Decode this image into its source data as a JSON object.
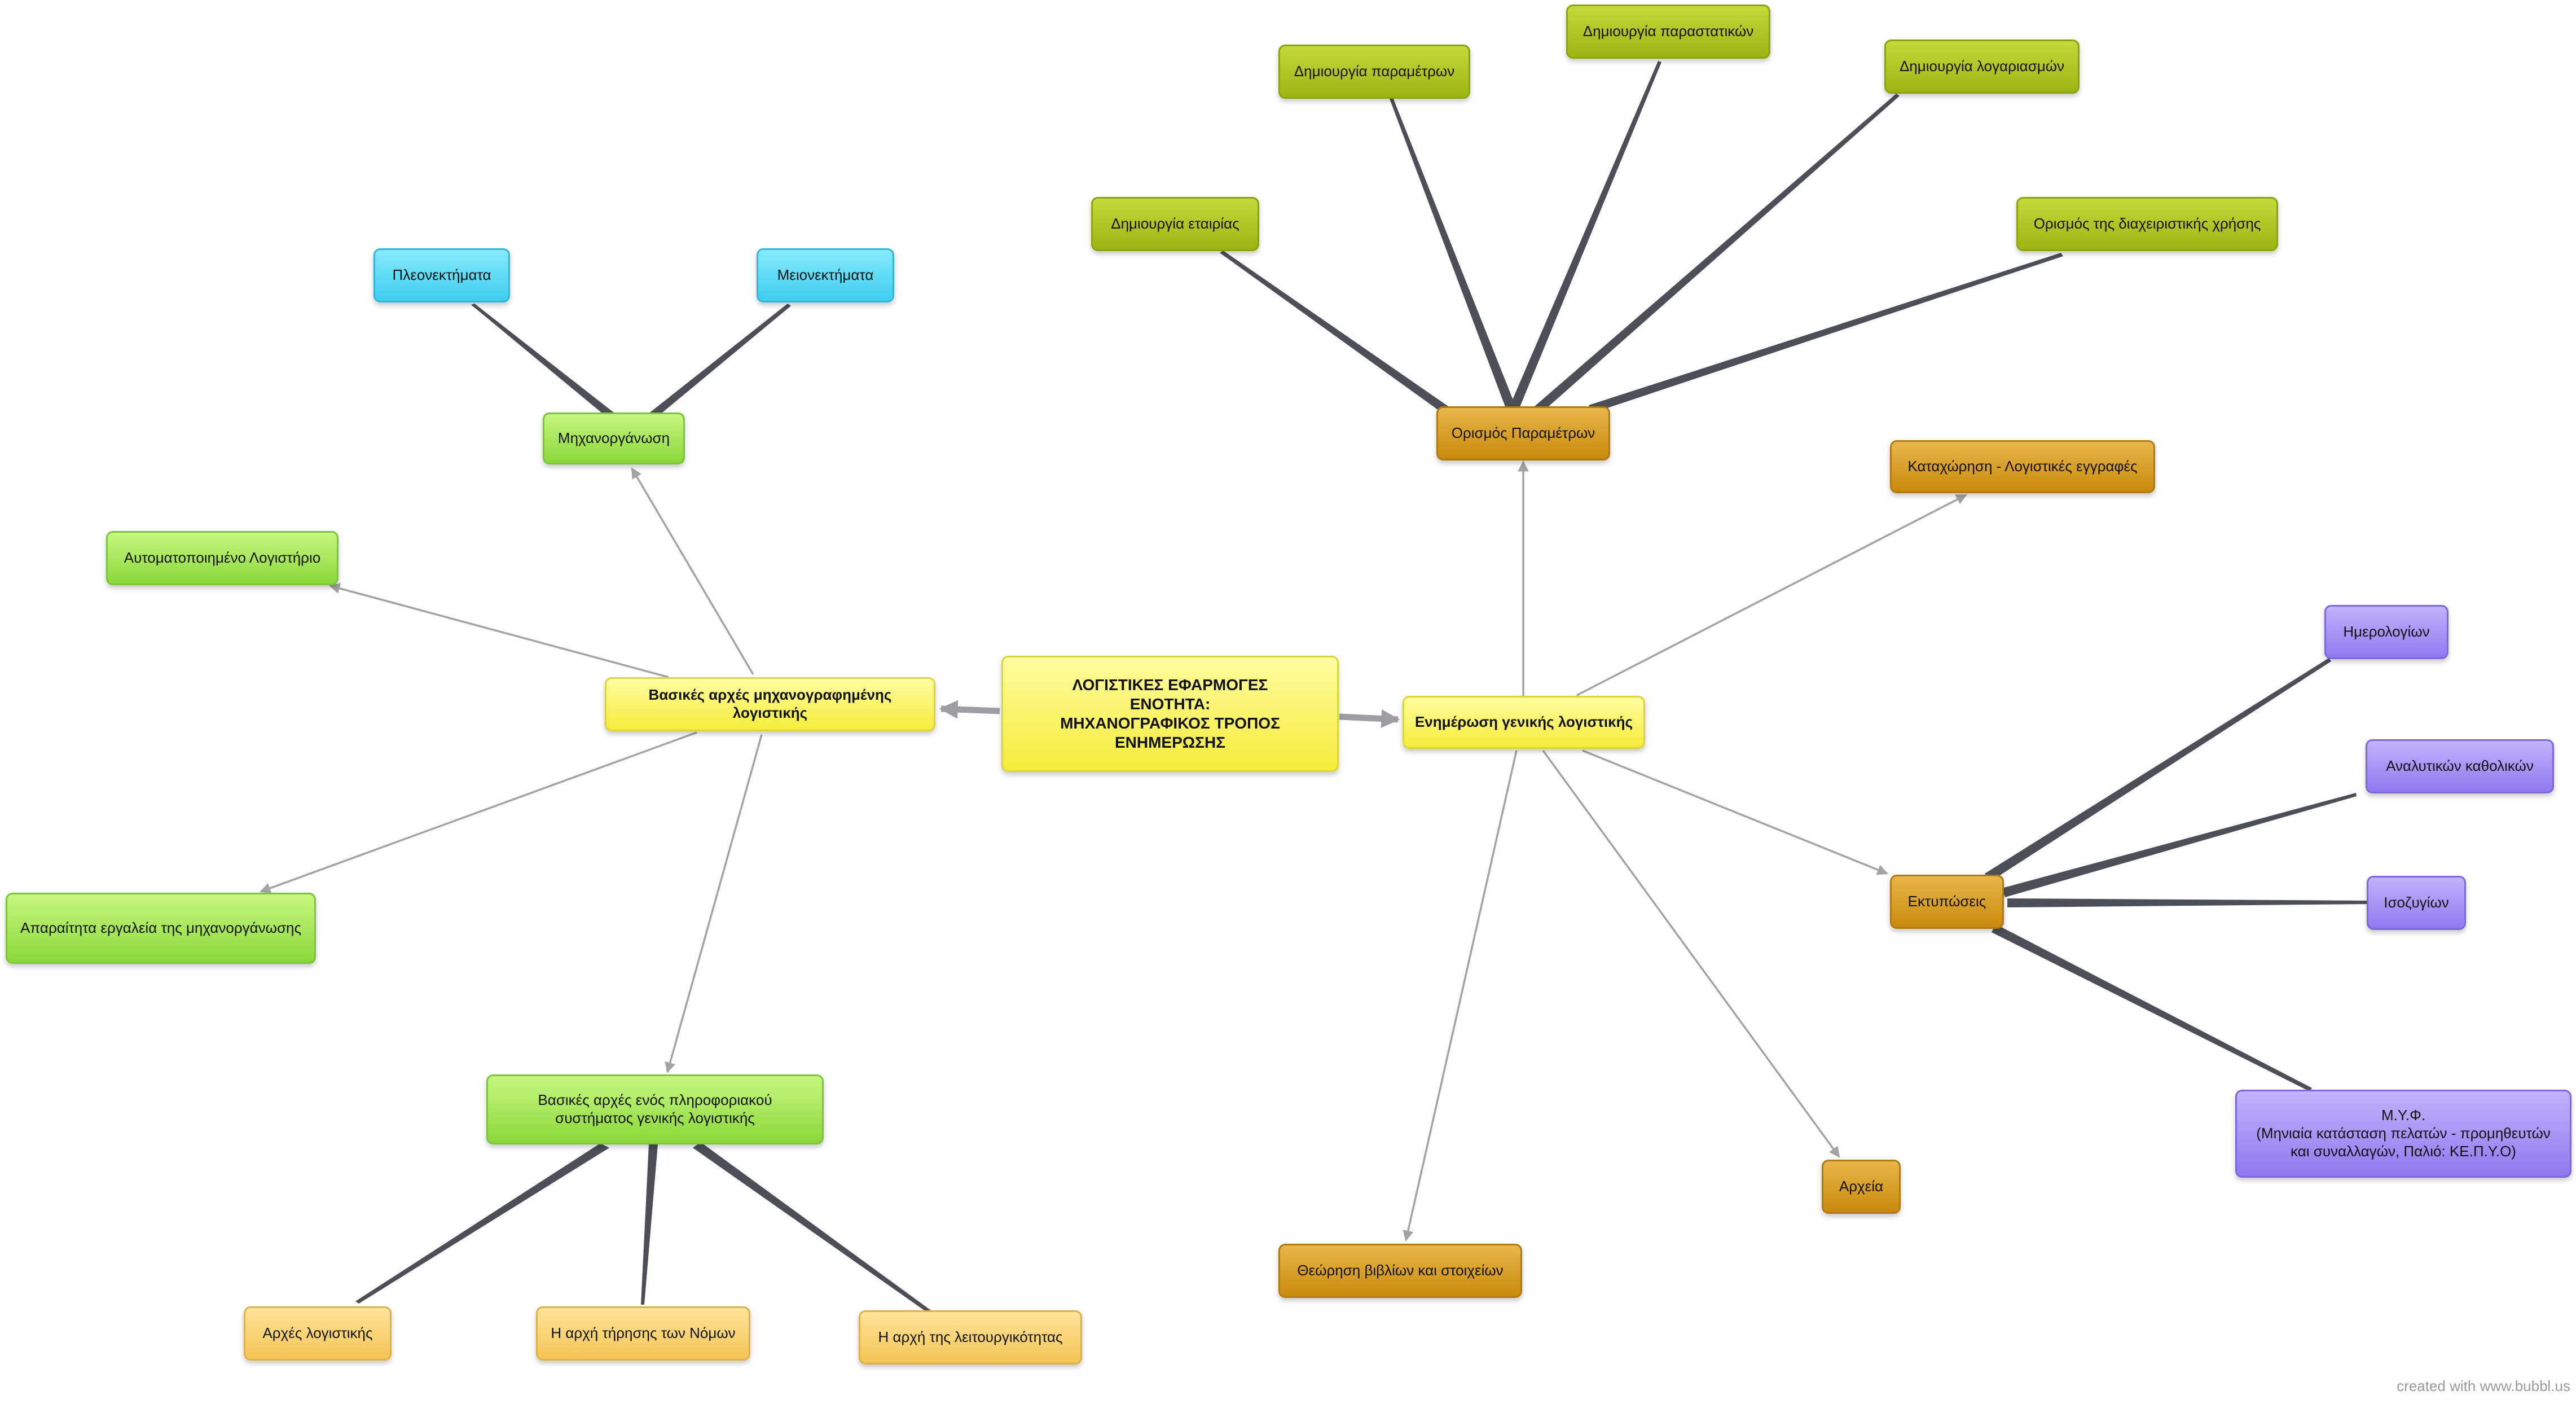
{
  "nodes": {
    "root": {
      "text": "ΛΟΓΙΣΤΙΚΕΣ ΕΦΑΡΜΟΓΕΣ\nΕΝΟΤΗΤΑ:\nΜΗΧΑΝΟΓΡΑΦΙΚΟΣ ΤΡΟΠΟΣ\nΕΝΗΜΕΡΩΣΗΣ"
    },
    "basikes": {
      "text": "Βασικές αρχές μηχανογραφημένης λογιστικής"
    },
    "enimerosi": {
      "text": "Ενημέρωση  γενικής  λογιστικής"
    },
    "mixanorganosi": {
      "text": "Μηχανοργάνωση"
    },
    "pleonektimata": {
      "text": "Πλεονεκτήματα"
    },
    "meionektimata": {
      "text": "Μειονεκτήματα"
    },
    "automatopoiimeno": {
      "text": "Αυτοματοποιημένο Λογιστήριο"
    },
    "aparaitita": {
      "text": "Απαραίτητα εργαλεία της μηχανοργάνωσης"
    },
    "pliroforiako": {
      "text": "Βασικές αρχές ενός πληροφοριακού\nσυστήματος γενικής λογιστικής"
    },
    "arxes_logistikis": {
      "text": "Αρχές λογιστικής"
    },
    "arxi_nomon": {
      "text": "Η αρχή τήρησης των Νόμων"
    },
    "arxi_leitourgikotitas": {
      "text": "Η αρχή της λειτουργικότητας"
    },
    "orismos_parametron": {
      "text": "Ορισμός Παραμέτρων"
    },
    "dim_etairias": {
      "text": "Δημιουργία εταιρίας"
    },
    "dim_parametron": {
      "text": "Δημιουργία παραμέτρων"
    },
    "dim_parastatikon": {
      "text": "Δημιουργία παραστατικών"
    },
    "dim_logariasmon": {
      "text": "Δημιουργία λογαριασμών"
    },
    "orismos_xrisis": {
      "text": "Ορισμός της διαχειριστικής χρήσης"
    },
    "kataxorisi": {
      "text": "Καταχώρηση - Λογιστικές εγγραφές"
    },
    "ektyposeis": {
      "text": "Εκτυπώσεις"
    },
    "imerologion": {
      "text": "Ημερολογίων"
    },
    "analytikon": {
      "text": "Αναλυτικών καθολικών"
    },
    "isozygion": {
      "text": "Ισοζυγίων"
    },
    "myf": {
      "text": "Μ.Υ.Φ.\n(Μηνιαία κατάσταση πελατών - προμηθευτών\nκαι συναλλαγών, Παλιό: ΚΕ.Π.Υ.Ο)"
    },
    "arxeia": {
      "text": "Αρχεία"
    },
    "theorisi": {
      "text": "Θεώρηση βιβλίων και στοιχείων"
    }
  },
  "colors": {
    "arrow": "#a3a3a3",
    "thick_link": "#4c4e58",
    "root_arrow": "#9d9da3"
  },
  "footer": {
    "text": "created with www.bubbl.us"
  }
}
